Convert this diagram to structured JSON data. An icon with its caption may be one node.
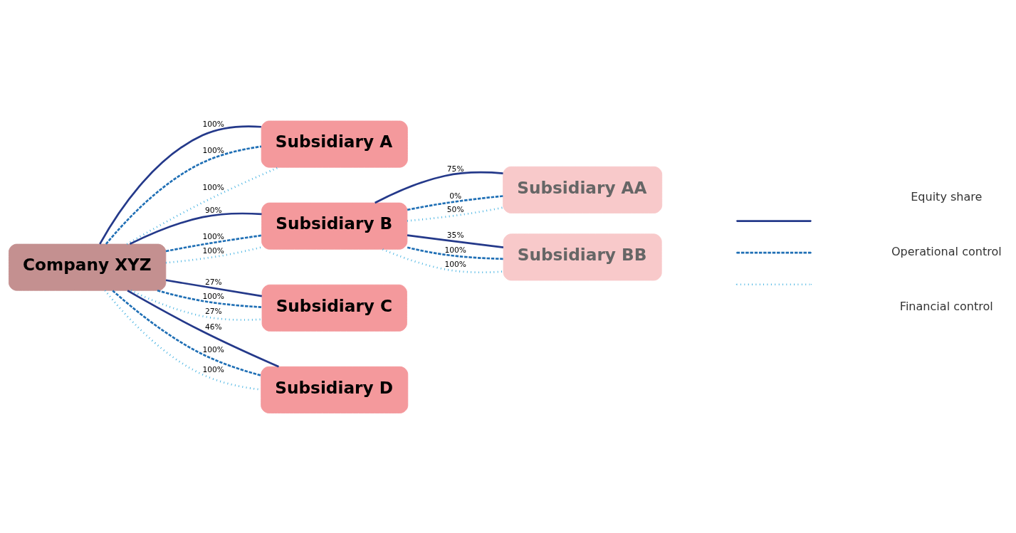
{
  "diagram": {
    "nodes": [
      {
        "text": [
          "Company XYZ"
        ]
      },
      {
        "text": [
          "Subsidiary A"
        ]
      },
      {
        "text": [
          "Subsidiary B"
        ]
      },
      {
        "text": [
          "Subsidiary C"
        ]
      },
      {
        "text": [
          "Subsidiary D"
        ]
      },
      {
        "text": [
          "Subsidiary AA"
        ]
      },
      {
        "text": [
          "Subsidiary BB"
        ]
      }
    ],
    "edges": [
      {
        "from": 0,
        "to": 1,
        "arrow": "none",
        "label": "100%"
      },
      {
        "from": 0,
        "to": 1,
        "arrow": "none",
        "label": "100%",
        "style": "dashed",
        "color": "#1f6fb5"
      },
      {
        "from": 0,
        "to": 1,
        "arrow": "none",
        "label": "100%",
        "style": "dashed",
        "color": "#3aaee0"
      },
      {
        "from": 0,
        "to": 2,
        "arrow": "none",
        "label": "90%"
      },
      {
        "from": 0,
        "to": 2,
        "arrow": "none",
        "label": "100%",
        "style": "dashed",
        "color": "#1f6fb5"
      },
      {
        "from": 0,
        "to": 2,
        "arrow": "none",
        "label": "100%",
        "style": "dashed",
        "color": "#3aaee0"
      },
      {
        "from": 0,
        "to": 3,
        "arrow": "none",
        "label": "27%"
      },
      {
        "from": 0,
        "to": 3,
        "arrow": "none",
        "label": "100%",
        "style": "dashed",
        "color": "#1f6fb5"
      },
      {
        "from": 0,
        "to": 3,
        "arrow": "none",
        "label": "27%",
        "style": "dashed",
        "color": "#3aaee0"
      },
      {
        "from": 0,
        "to": 4,
        "arrow": "none",
        "label": "46%"
      },
      {
        "from": 0,
        "to": 4,
        "arrow": "none",
        "label": "100%",
        "style": "dashed",
        "color": "#1f6fb5"
      },
      {
        "from": 0,
        "to": 4,
        "arrow": "none",
        "label": "100%",
        "style": "dashed",
        "color": "#3aaee0"
      },
      {
        "from": 2,
        "to": 5,
        "arrow": "none",
        "label": "75%"
      },
      {
        "from": 2,
        "to": 5,
        "arrow": "none",
        "label": "0%",
        "style": "dashed",
        "color": "#1f6fb5"
      },
      {
        "from": 2,
        "to": 5,
        "arrow": "none",
        "label": "50%",
        "style": "dashed",
        "color": "#3aaee0"
      },
      {
        "from": 2,
        "to": 6,
        "arrow": "none",
        "label": "35%"
      },
      {
        "from": 2,
        "to": 6,
        "arrow": "none",
        "label": "100%",
        "style": "dashed",
        "color": "#1f6fb5"
      },
      {
        "from": 2,
        "to": 6,
        "arrow": "none",
        "label": "100%",
        "style": "dashed",
        "color": "#3aaee0"
      }
    ],
    "legend": [
      {
        "text": "Equity share"
      },
      {
        "text": "Operational control"
      },
      {
        "text": "Financial control"
      }
    ]
  }
}
